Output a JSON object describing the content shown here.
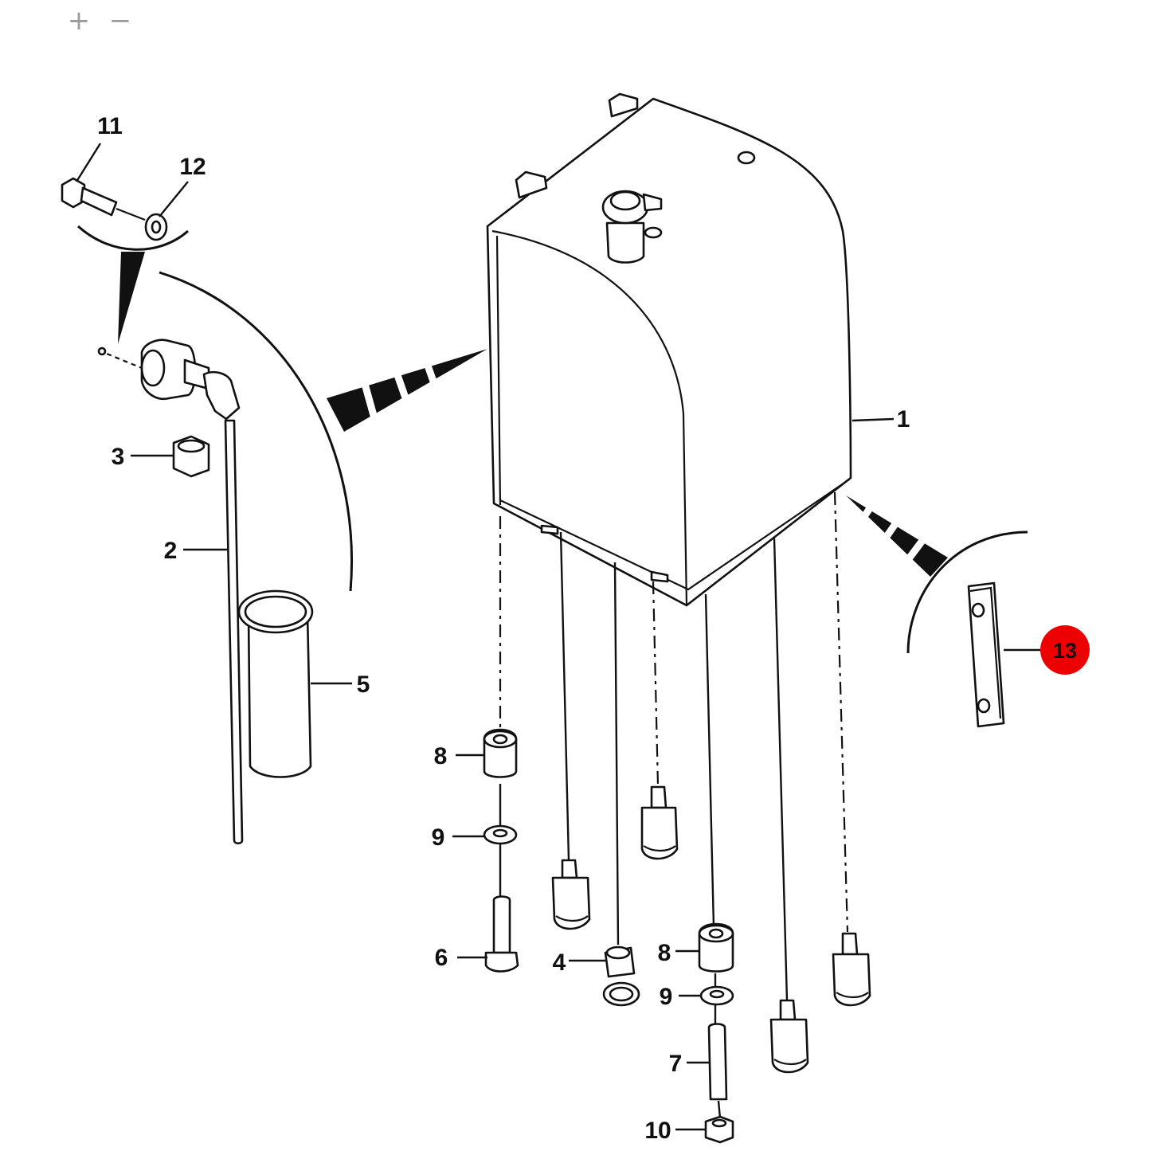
{
  "toolbar": {
    "zoom_in_label": "+",
    "zoom_out_label": "−"
  },
  "callouts": {
    "c1": "1",
    "c2": "2",
    "c3": "3",
    "c4": "4",
    "c5": "5",
    "c6": "6",
    "c7": "7",
    "c8a": "8",
    "c8b": "8",
    "c9a": "9",
    "c9b": "9",
    "c10": "10",
    "c11": "11",
    "c12": "12",
    "c13": "13"
  },
  "highlight": {
    "callout": "13",
    "color": "#ee0000"
  }
}
